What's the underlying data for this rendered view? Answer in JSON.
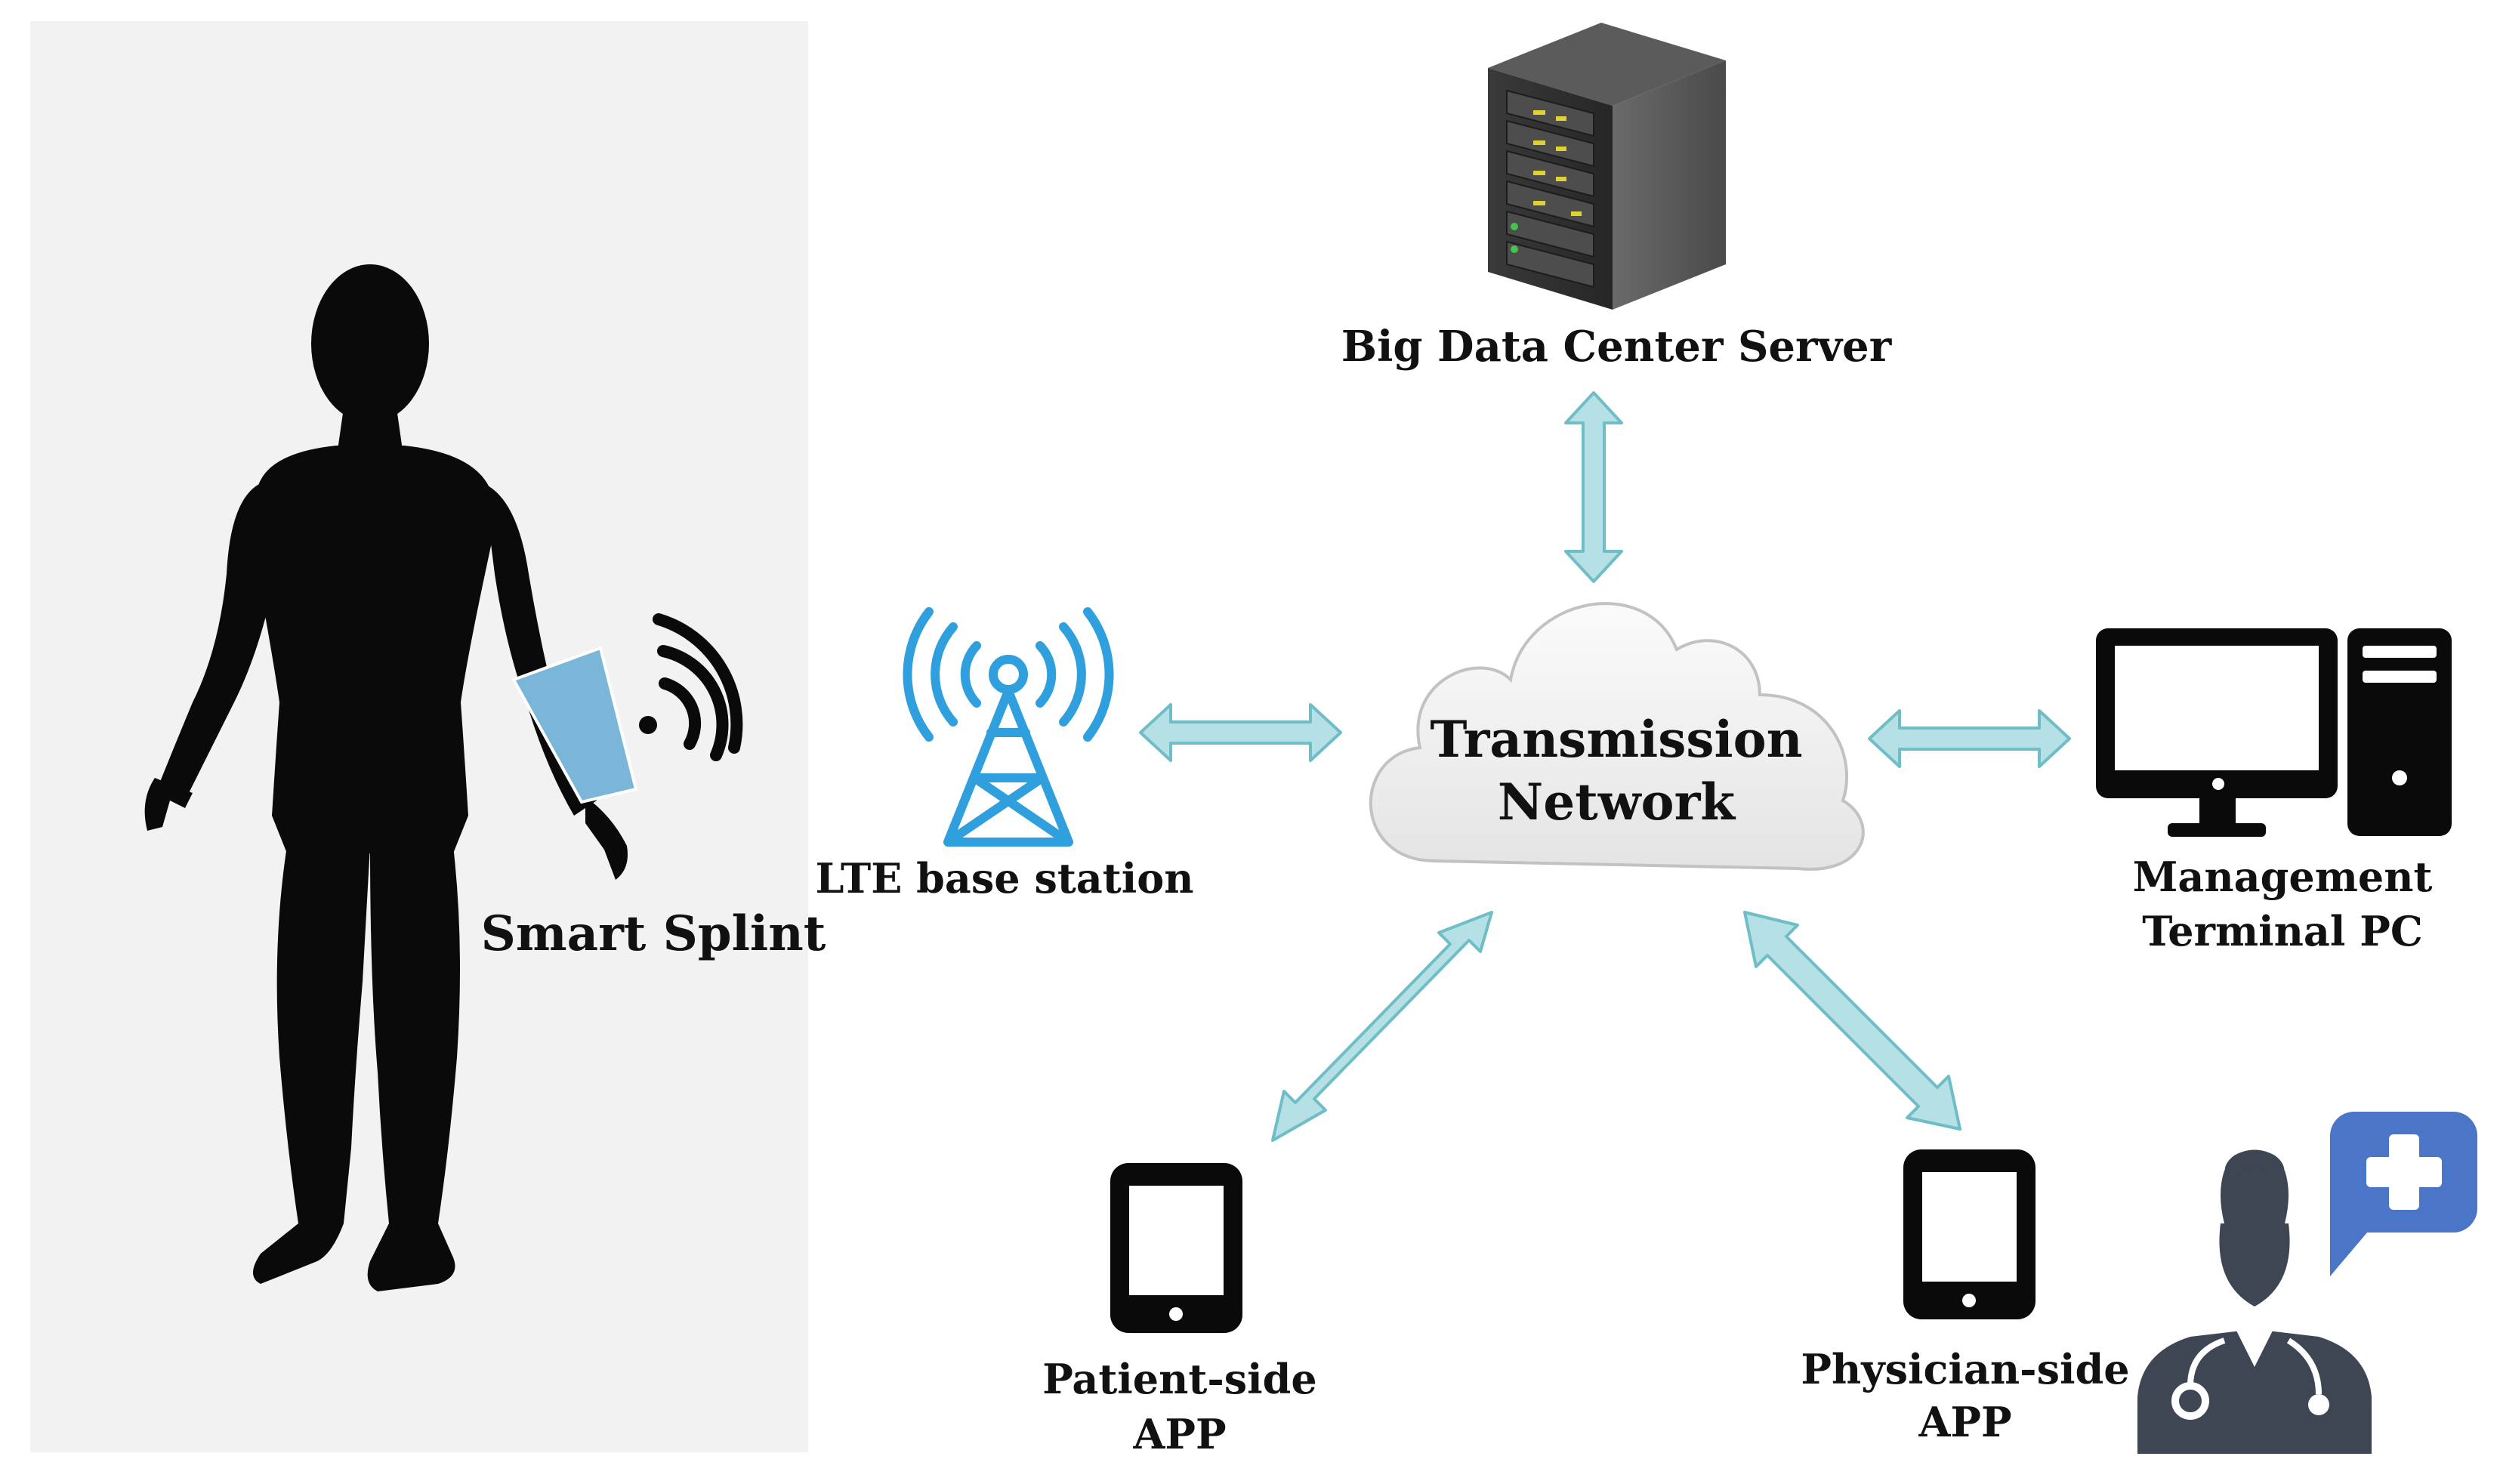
{
  "labels": {
    "server": "Big Data Center Server",
    "cloud_line1": "Transmission",
    "cloud_line2": "Network",
    "lte": "LTE base station",
    "pc_line1": "Management",
    "pc_line2": "Terminal PC",
    "splint": "Smart Splint",
    "patient_line1": "Patient-side",
    "patient_line2": "APP",
    "physician_line1": "Physician-side",
    "physician_line2": "APP"
  },
  "colors": {
    "panel": "#f2f2f2",
    "arrow_fill": "#b5e0e5",
    "arrow_stroke": "#6fbdc6",
    "splint": "#7ab6d8",
    "tower": "#2f9fdd",
    "cloud": "#f1f1f1",
    "doctor": "#3d4652",
    "doctor_bubble": "#4b76c7",
    "silhouette": "#0a0a0a"
  },
  "icons": {
    "server": "server-rack-icon",
    "tower": "lte-tower-icon",
    "cloud": "cloud-icon",
    "pc": "desktop-pc-icon",
    "patient_tablet": "tablet-icon",
    "physician_tablet": "tablet-icon",
    "doctor": "doctor-icon",
    "person": "person-silhouette-icon",
    "wifi": "wireless-signal-icon"
  }
}
